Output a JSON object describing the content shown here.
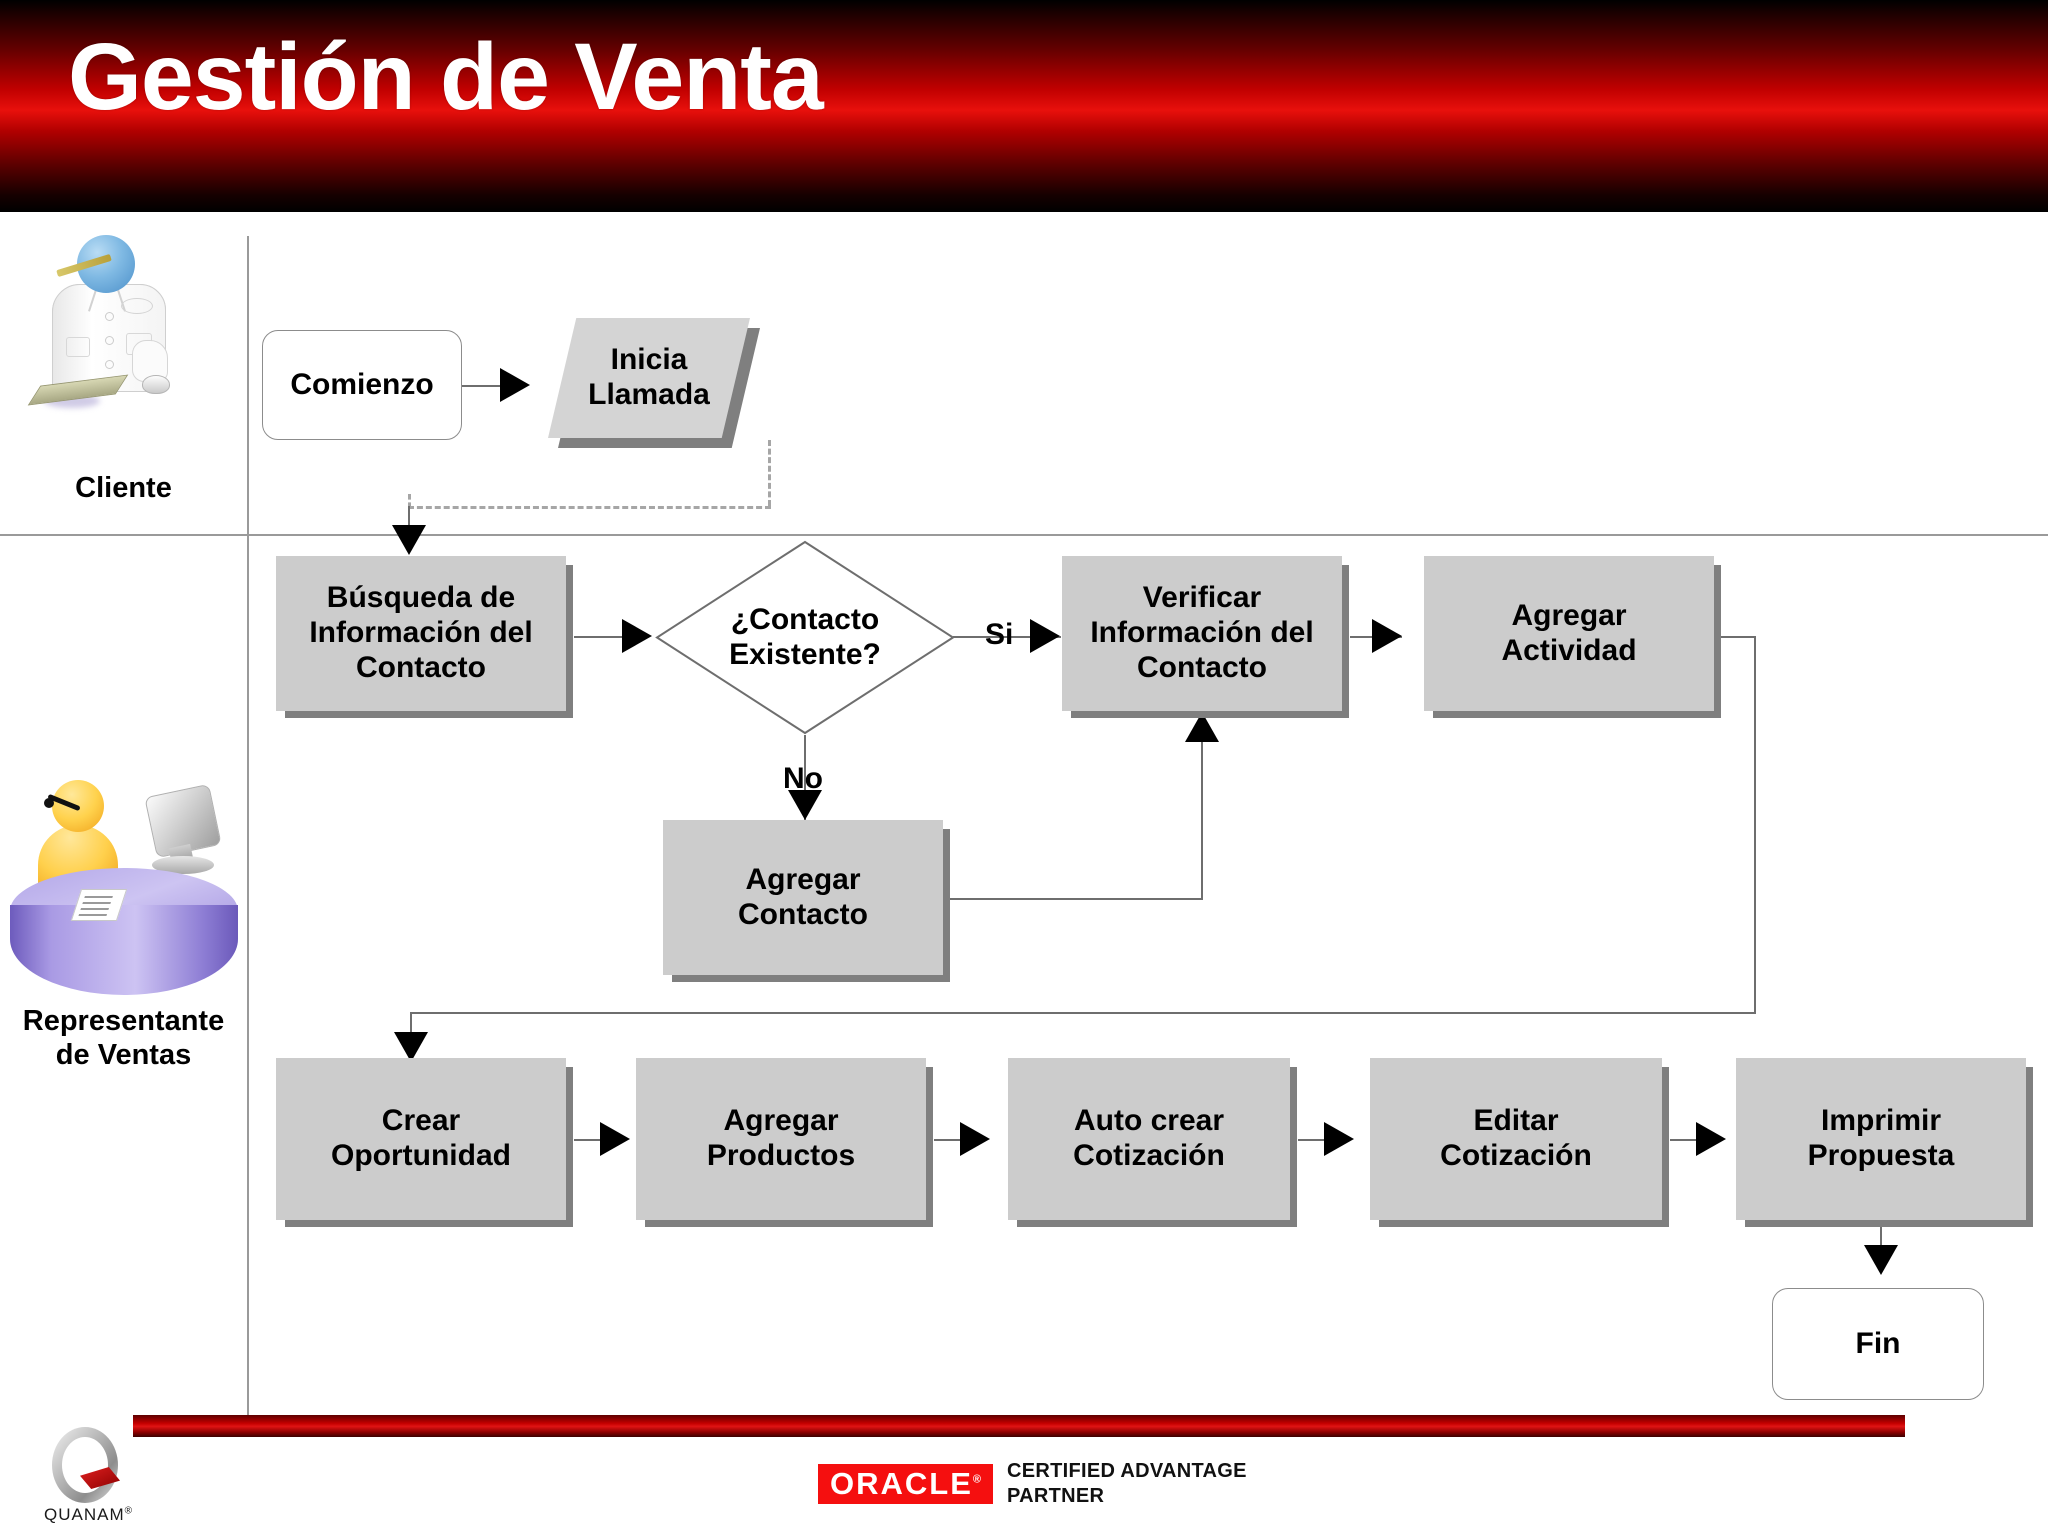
{
  "slide": {
    "title": "Gestión de Venta"
  },
  "lanes": [
    {
      "id": "cliente",
      "label": "Cliente",
      "icon": "customer-figure-icon"
    },
    {
      "id": "representante",
      "label": "Representante\nde Ventas",
      "label_line1": "Representante",
      "label_line2": "de Ventas",
      "icon": "sales-rep-desk-icon"
    }
  ],
  "flow": {
    "nodes": [
      {
        "id": "comienzo",
        "shape": "terminator",
        "label": "Comienzo"
      },
      {
        "id": "inicia-llamada",
        "shape": "parallelogram",
        "label_line1": "Inicia",
        "label_line2": "Llamada"
      },
      {
        "id": "busqueda",
        "shape": "process",
        "label_line1": "Búsqueda de",
        "label_line2": "Información del",
        "label_line3": "Contacto"
      },
      {
        "id": "contacto-existente",
        "shape": "decision",
        "label_line1": "¿Contacto",
        "label_line2": "Existente?"
      },
      {
        "id": "verificar",
        "shape": "process",
        "label_line1": "Verificar",
        "label_line2": "Información del",
        "label_line3": "Contacto"
      },
      {
        "id": "agregar-actividad",
        "shape": "process",
        "label_line1": "Agregar",
        "label_line2": "Actividad"
      },
      {
        "id": "agregar-contacto",
        "shape": "process",
        "label_line1": "Agregar",
        "label_line2": "Contacto"
      },
      {
        "id": "crear-oportunidad",
        "shape": "process",
        "label_line1": "Crear",
        "label_line2": "Oportunidad"
      },
      {
        "id": "agregar-productos",
        "shape": "process",
        "label_line1": "Agregar",
        "label_line2": "Productos"
      },
      {
        "id": "auto-crear-cotizacion",
        "shape": "process",
        "label_line1": "Auto crear",
        "label_line2": "Cotización"
      },
      {
        "id": "editar-cotizacion",
        "shape": "process",
        "label_line1": "Editar",
        "label_line2": "Cotización"
      },
      {
        "id": "imprimir-propuesta",
        "shape": "process",
        "label_line1": "Imprimir",
        "label_line2": "Propuesta"
      },
      {
        "id": "fin",
        "shape": "terminator",
        "label": "Fin"
      }
    ],
    "edge_labels": {
      "yes": "Si",
      "no": "No"
    }
  },
  "footer": {
    "quanam_label": "QUANAM",
    "quanam_mark": "®",
    "oracle_word": "ORACLE",
    "oracle_reg": "®",
    "partner_line1": "CERTIFIED ADVANTAGE",
    "partner_line2": "PARTNER"
  },
  "colors": {
    "banner_red": "#e8100c",
    "process_fill": "#cccccc",
    "process_shadow": "#7f7f7f",
    "parallelogram_fill": "#d4d4d4",
    "lane_line": "#9a9a9a",
    "connector": "#6e6e6e",
    "oracle_red": "#f50f0f"
  }
}
